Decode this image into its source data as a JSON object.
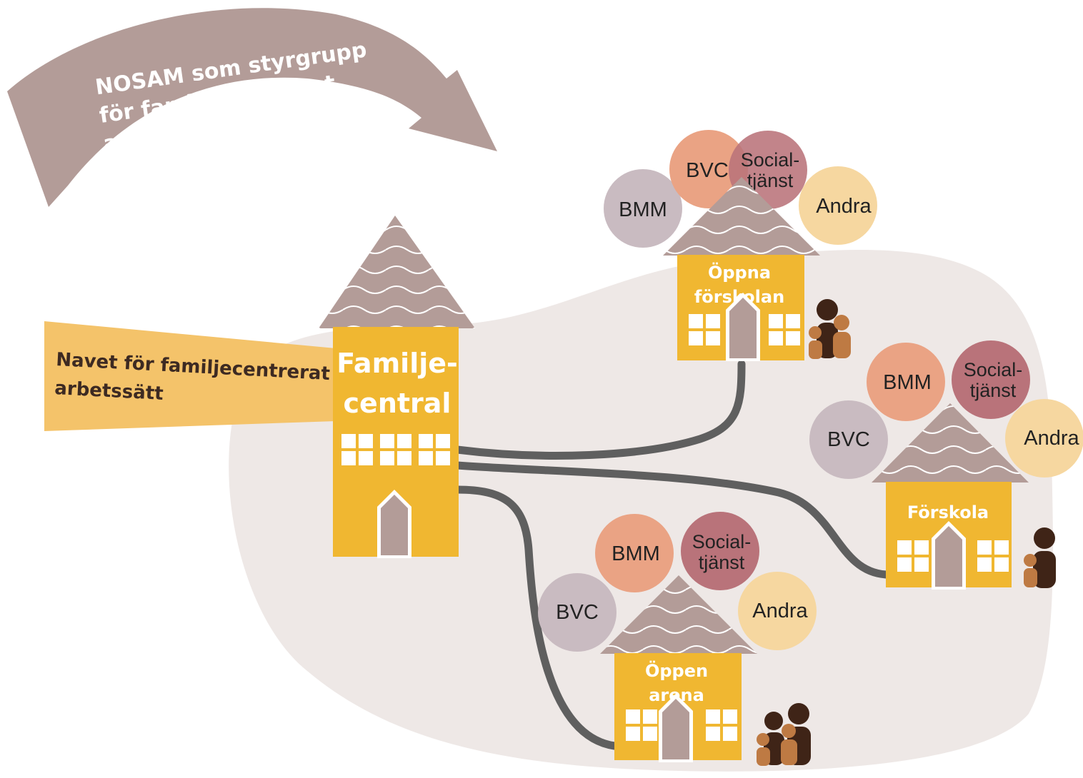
{
  "arrow": {
    "line1": "NOSAM som styrgrupp",
    "line2": "för familjecentrerat",
    "line3": "arbetssätt"
  },
  "banner": {
    "line1": "Navet för familjecentrerat",
    "line2": "arbetssätt"
  },
  "central": {
    "line1": "Familje-",
    "line2": "central"
  },
  "sites": [
    {
      "label1": "Öppna",
      "label2": "förskolan",
      "circles": [
        "BMM",
        "BVC",
        "Social-",
        "tjänst",
        "Andra"
      ]
    },
    {
      "label1": "Förskola",
      "circles": [
        "BMM",
        "Social-",
        "tjänst",
        "BVC",
        "Andra"
      ]
    },
    {
      "label1": "Öppen",
      "label2": "arena",
      "circles": [
        "BMM",
        "Social-",
        "tjänst",
        "BVC",
        "Andra"
      ]
    }
  ],
  "colors": {
    "house_yellow": "#F0B731",
    "roof": "#B39C98",
    "blob": "#EEE8E6",
    "arrow": "#B39C98",
    "banner": "#F4C36A",
    "path": "#5F5F5F",
    "bmm_purple": "#C9BBC1",
    "bvc_orange": "#EAA384",
    "social_red": "#B9737A",
    "andra_yellow": "#F6D7A0",
    "people_dark": "#3F2417",
    "people_brown": "#BE7A43"
  }
}
